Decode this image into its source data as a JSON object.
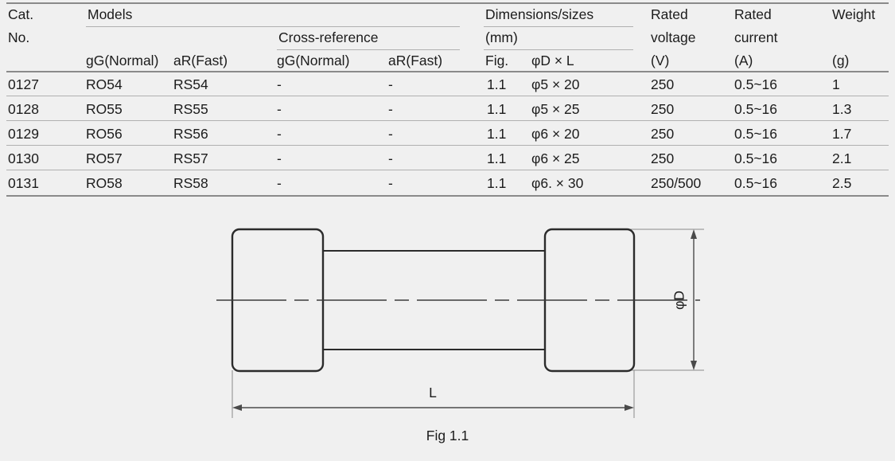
{
  "table": {
    "columns": [
      {
        "id": "cat_no",
        "label_line1": "Cat.",
        "label_line2": "No.",
        "label_line3": ""
      },
      {
        "id": "models_gg",
        "label_line1": "Models",
        "label_line2": "",
        "label_line3": "gG(Normal)"
      },
      {
        "id": "models_ar",
        "label_line1": "",
        "label_line2": "",
        "label_line3": "aR(Fast)"
      },
      {
        "id": "xref_gg",
        "label_line1": "",
        "label_line2": "Cross-reference",
        "label_line3": "gG(Normal)"
      },
      {
        "id": "xref_ar",
        "label_line1": "",
        "label_line2": "",
        "label_line3": "aR(Fast)"
      },
      {
        "id": "fig",
        "label_line1": "Dimensions/sizes",
        "label_line2": "(mm)",
        "label_line3": "Fig."
      },
      {
        "id": "dxl",
        "label_line1": "",
        "label_line2": "",
        "label_line3": "φD × L"
      },
      {
        "id": "rated_voltage",
        "label_line1": "Rated",
        "label_line2": "voltage",
        "label_line3": "(V)"
      },
      {
        "id": "rated_current",
        "label_line1": "Rated",
        "label_line2": "current",
        "label_line3": "(A)"
      },
      {
        "id": "weight",
        "label_line1": "Weight",
        "label_line2": "",
        "label_line3": "(g)"
      }
    ],
    "group_headers": {
      "models": "Models",
      "cross_reference": "Cross-reference",
      "dimensions": "Dimensions/sizes",
      "dimensions_unit": "(mm)"
    },
    "rows": [
      {
        "cat_no": "0127",
        "models_gg": "RO54",
        "models_ar": "RS54",
        "xref_gg": "-",
        "xref_ar": "-",
        "fig": "1.1",
        "dxl": "φ5 × 20",
        "rated_voltage": "250",
        "rated_current": "0.5~16",
        "weight": "1"
      },
      {
        "cat_no": "0128",
        "models_gg": "RO55",
        "models_ar": "RS55",
        "xref_gg": "-",
        "xref_ar": "-",
        "fig": "1.1",
        "dxl": "φ5 × 25",
        "rated_voltage": "250",
        "rated_current": "0.5~16",
        "weight": "1.3"
      },
      {
        "cat_no": "0129",
        "models_gg": "RO56",
        "models_ar": "RS56",
        "xref_gg": "-",
        "xref_ar": "-",
        "fig": "1.1",
        "dxl": "φ6 × 20",
        "rated_voltage": "250",
        "rated_current": "0.5~16",
        "weight": "1.7"
      },
      {
        "cat_no": "0130",
        "models_gg": "RO57",
        "models_ar": "RS57",
        "xref_gg": "-",
        "xref_ar": "-",
        "fig": "1.1",
        "dxl": "φ6 × 25",
        "rated_voltage": "250",
        "rated_current": "0.5~16",
        "weight": "2.1"
      },
      {
        "cat_no": "0131",
        "models_gg": "RO58",
        "models_ar": "RS58",
        "xref_gg": "-",
        "xref_ar": "-",
        "fig": "1.1",
        "dxl": "φ6. × 30",
        "rated_voltage": "250/500",
        "rated_current": "0.5~16",
        "weight": "2.5"
      }
    ]
  },
  "figure": {
    "caption": "Fig 1.1",
    "dimension_length_label": "L",
    "dimension_diameter_label": "φD",
    "description": "cartridge-fuse-outline-drawing"
  },
  "colors": {
    "background": "#f0f0f0",
    "text": "#1c1c1c",
    "rule": "#9a9a9a",
    "drawing_outline": "#2b2b2b",
    "dimension_line": "#4a4a4a"
  }
}
